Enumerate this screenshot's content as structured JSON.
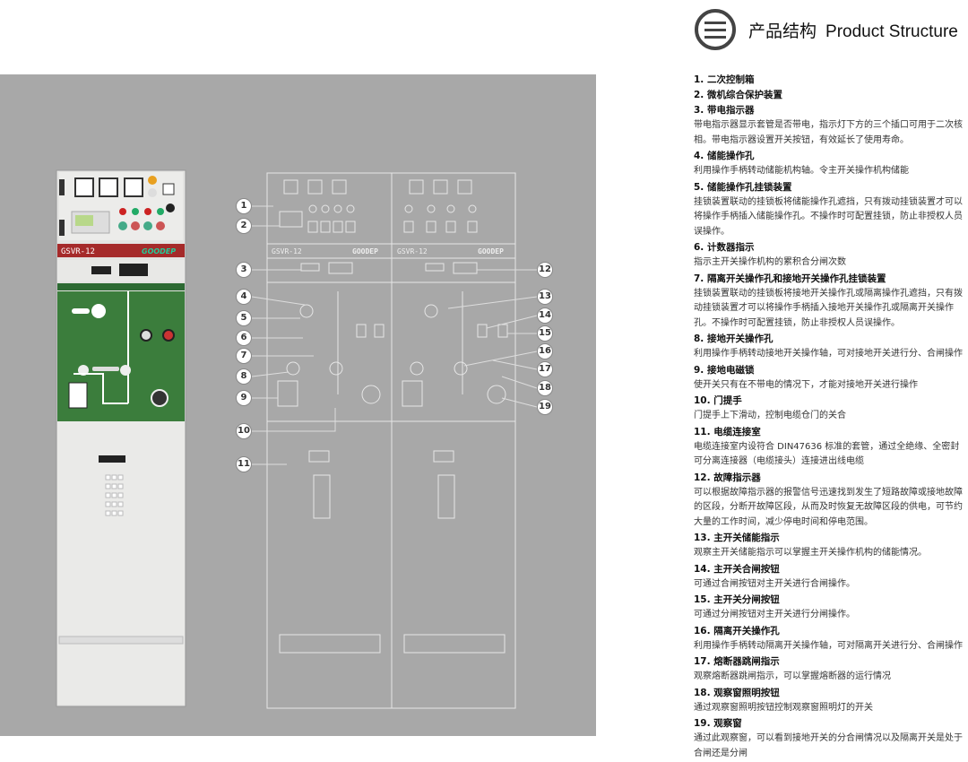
{
  "header": {
    "title_cn": "产品结构",
    "title_en": "Product Structure",
    "icon": "menu-circle-icon"
  },
  "cabinet": {
    "model": "GSVR-12",
    "brand": "GOODEP"
  },
  "callouts_left": [
    "1",
    "2",
    "3",
    "4",
    "5",
    "6",
    "7",
    "8",
    "9",
    "10",
    "11"
  ],
  "callouts_right": [
    "12",
    "13",
    "14",
    "15",
    "16",
    "17",
    "18",
    "19"
  ],
  "items": [
    {
      "title": "1. 二次控制箱",
      "desc": ""
    },
    {
      "title": "2. 微机综合保护装置",
      "desc": ""
    },
    {
      "title": "3. 带电指示器",
      "desc": "带电指示器显示套管是否带电，指示灯下方的三个插口可用于二次核相。带电指示器设置开关按钮，有效延长了使用寿命。"
    },
    {
      "title": "4. 储能操作孔",
      "desc": "利用操作手柄转动储能机构轴。令主开关操作机构储能"
    },
    {
      "title": "5. 储能操作孔挂锁装置",
      "desc": "挂锁装置联动的挂锁板将储能操作孔遮挡，只有拨动挂锁装置才可以将操作手柄插入储能操作孔。不操作时可配置挂锁，防止非授权人员误操作。"
    },
    {
      "title": "6. 计数器指示",
      "desc": "指示主开关操作机构的累积合分闸次数"
    },
    {
      "title": "7. 隔离开关操作孔和接地开关操作孔挂锁装置",
      "desc": "挂锁装置联动的挂锁板将接地开关操作孔或隔离操作孔遮挡，只有拨动挂锁装置才可以将操作手柄插入接地开关操作孔或隔离开关操作孔。不操作时可配置挂锁，防止非授权人员误操作。"
    },
    {
      "title": "8. 接地开关操作孔",
      "desc": "利用操作手柄转动接地开关操作轴，可对接地开关进行分、合闸操作"
    },
    {
      "title": "9. 接地电磁锁",
      "desc": "使开关只有在不带电的情况下，才能对接地开关进行操作"
    },
    {
      "title": "10. 门提手",
      "desc": "门提手上下滑动，控制电缆仓门的关合"
    },
    {
      "title": "11. 电缆连接室",
      "desc": "电缆连接室内设符合 DIN47636 标准的套管，通过全绝缘、全密封可分离连接器（电缆接头）连接进出线电缆"
    },
    {
      "title": "12. 故障指示器",
      "desc": "可以根据故障指示器的报警信号迅速找到发生了短路故障或接地故障的区段，分断开故障区段，从而及时恢复无故障区段的供电，可节约大量的工作时间，减少停电时间和停电范围。"
    },
    {
      "title": "13. 主开关储能指示",
      "desc": "观察主开关储能指示可以掌握主开关操作机构的储能情况。"
    },
    {
      "title": "14. 主开关合闸按钮",
      "desc": "可通过合闸按钮对主开关进行合闸操作。"
    },
    {
      "title": "15. 主开关分闸按钮",
      "desc": "可通过分闸按钮对主开关进行分闸操作。"
    },
    {
      "title": "16. 隔离开关操作孔",
      "desc": "利用操作手柄转动隔离开关操作轴，可对隔离开关进行分、合闸操作"
    },
    {
      "title": "17. 熔断器跳闸指示",
      "desc": "观察熔断器跳闸指示，可以掌握熔断器的运行情况"
    },
    {
      "title": "18. 观察窗照明按钮",
      "desc": "通过观察窗照明按钮控制观察窗照明灯的开关"
    },
    {
      "title": "19. 观察窗",
      "desc": "通过此观察窗，可以看到接地开关的分合闸情况以及隔离开关是处于合闸还是分闸"
    }
  ]
}
